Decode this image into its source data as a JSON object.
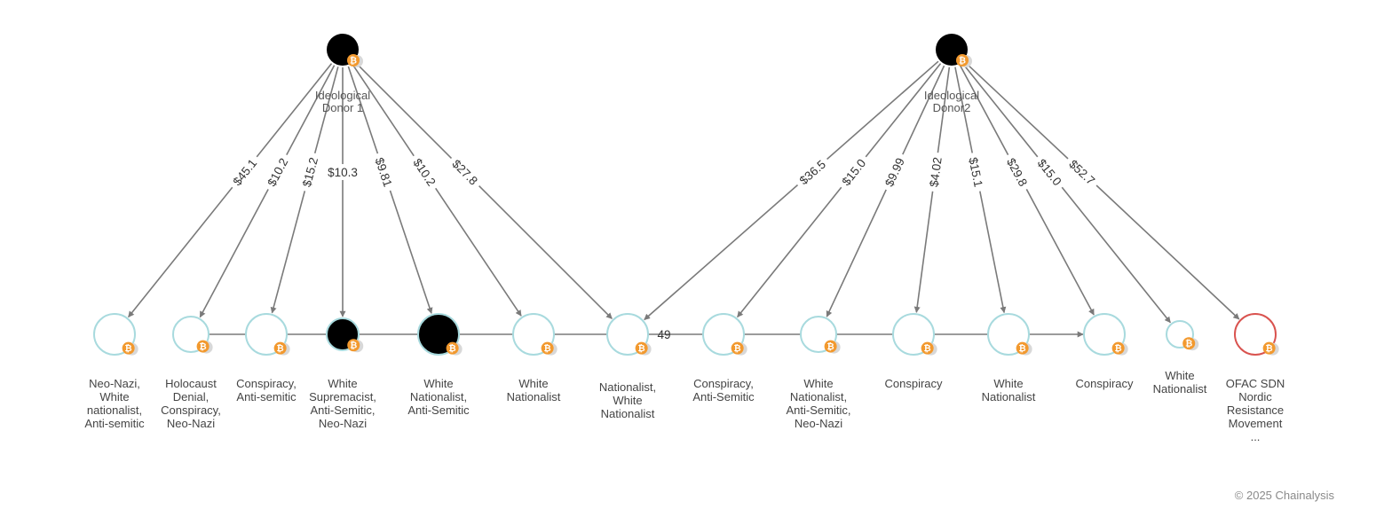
{
  "donors": [
    {
      "id": "d1",
      "label_lines": [
        "Ideological",
        "Donor 1"
      ]
    },
    {
      "id": "d2",
      "label_lines": [
        "Ideological",
        "Donor2"
      ]
    }
  ],
  "recipients": [
    {
      "id": "r0",
      "style": "hollow",
      "label_lines": [
        "Neo-Nazi,",
        "White",
        "nationalist,",
        "Anti-semitic"
      ]
    },
    {
      "id": "r1",
      "style": "hollow-small",
      "label_lines": [
        "Holocaust",
        "Denial,",
        "Conspiracy,",
        "Neo-Nazi"
      ]
    },
    {
      "id": "r2",
      "style": "hollow",
      "label_lines": [
        "Conspiracy,",
        "Anti-semitic"
      ]
    },
    {
      "id": "r3",
      "style": "filled",
      "label_lines": [
        "White",
        "Supremacist,",
        "Anti-Semitic,",
        "Neo-Nazi"
      ]
    },
    {
      "id": "r4",
      "style": "filled-large",
      "label_lines": [
        "White",
        "Nationalist,",
        "Anti-Semitic"
      ]
    },
    {
      "id": "r5",
      "style": "hollow",
      "label_lines": [
        "White",
        "Nationalist"
      ]
    },
    {
      "id": "r6",
      "style": "hollow",
      "label_lines": [
        "Nationalist,",
        "White",
        "Nationalist"
      ]
    },
    {
      "id": "r7",
      "style": "hollow",
      "label_lines": [
        "Conspiracy,",
        "Anti-Semitic"
      ]
    },
    {
      "id": "r8",
      "style": "hollow-small",
      "label_lines": [
        "White",
        "Nationalist,",
        "Anti-Semitic,",
        "Neo-Nazi"
      ]
    },
    {
      "id": "r9",
      "style": "hollow",
      "label_lines": [
        "Conspiracy"
      ]
    },
    {
      "id": "r10",
      "style": "hollow",
      "label_lines": [
        "White",
        "Nationalist"
      ]
    },
    {
      "id": "r11",
      "style": "hollow",
      "label_lines": [
        "Conspiracy"
      ]
    },
    {
      "id": "r12",
      "style": "hollow-tiny",
      "label_lines": [
        "White",
        "Nationalist"
      ]
    },
    {
      "id": "r13",
      "style": "sanctioned",
      "label_lines": [
        "OFAC SDN",
        "Nordic",
        "Resistance",
        "Movement",
        "..."
      ]
    }
  ],
  "edges": [
    {
      "from": "d1",
      "to": "r0",
      "label": "$45.1"
    },
    {
      "from": "d1",
      "to": "r1",
      "label": "$10.2"
    },
    {
      "from": "d1",
      "to": "r2",
      "label": "$15.2"
    },
    {
      "from": "d1",
      "to": "r3",
      "label": "$10.3"
    },
    {
      "from": "d1",
      "to": "r4",
      "label": "$9.81"
    },
    {
      "from": "d1",
      "to": "r5",
      "label": "$10.2"
    },
    {
      "from": "d1",
      "to": "r6",
      "label": "$27.8"
    },
    {
      "from": "d2",
      "to": "r6",
      "label": "$36.5"
    },
    {
      "from": "d2",
      "to": "r7",
      "label": "$15.0"
    },
    {
      "from": "d2",
      "to": "r8",
      "label": "$9.99"
    },
    {
      "from": "d2",
      "to": "r9",
      "label": "$4.02"
    },
    {
      "from": "d2",
      "to": "r10",
      "label": "$15.1"
    },
    {
      "from": "d2",
      "to": "r11",
      "label": "$29.8"
    },
    {
      "from": "d2",
      "to": "r12",
      "label": "$15.0"
    },
    {
      "from": "d2",
      "to": "r13",
      "label": "$52.7"
    }
  ],
  "chain_edges": [
    {
      "from": "r1",
      "to": "r2"
    },
    {
      "from": "r2",
      "to": "r3"
    },
    {
      "from": "r3",
      "to": "r4"
    },
    {
      "from": "r4",
      "to": "r5"
    },
    {
      "from": "r5",
      "to": "r6"
    },
    {
      "from": "r6",
      "to": "r7",
      "label": "49"
    },
    {
      "from": "r7",
      "to": "r8"
    },
    {
      "from": "r8",
      "to": "r9"
    },
    {
      "from": "r9",
      "to": "r10"
    },
    {
      "from": "r10",
      "to": "r11",
      "arrow": true
    }
  ],
  "colors": {
    "edge": "#7a7a7a",
    "hollow_stroke": "#a8dade",
    "filled": "#000000",
    "sanctioned_stroke": "#d9534f",
    "bitcoin_badge": "#f2992e",
    "badge_shadow": "#d8d8d8"
  },
  "icon": "bitcoin-icon",
  "copyright": "© 2025 Chainalysis"
}
